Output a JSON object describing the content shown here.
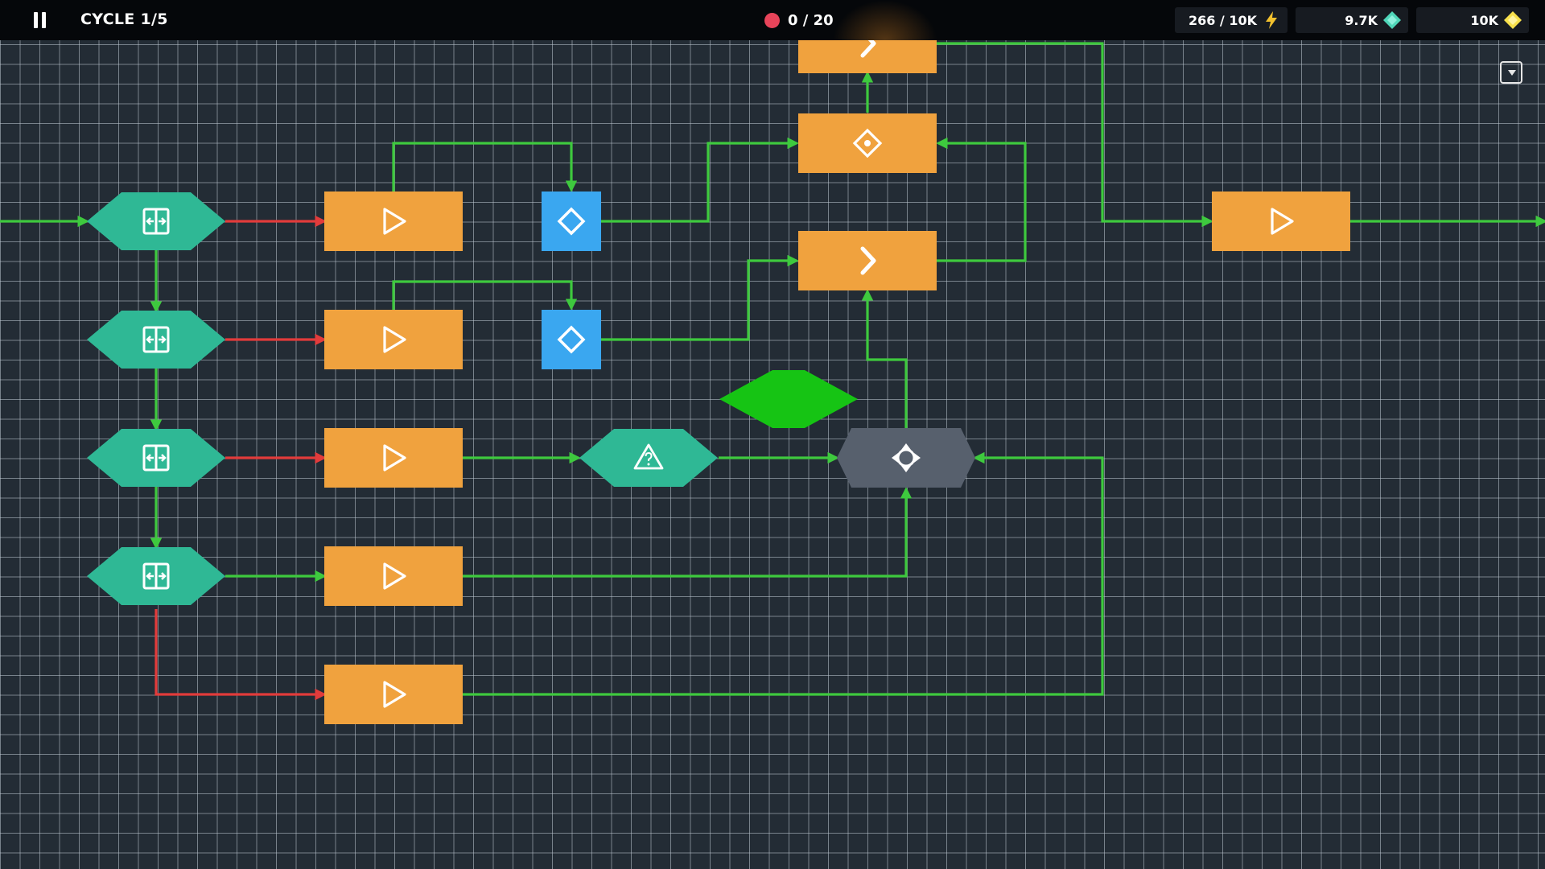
{
  "hud": {
    "cycle_label": "CYCLE 1/5",
    "counter": "0 / 20",
    "resources": [
      {
        "value": "266 / 10K",
        "icon": "lightning-icon",
        "color": "#f2c12e"
      },
      {
        "value": "9.7K",
        "icon": "teal-gem-icon",
        "color": "#4fd6b8"
      },
      {
        "value": "10K",
        "icon": "yellow-gem-icon",
        "color": "#f7e04b"
      }
    ]
  },
  "colors": {
    "orange_node": "#f0a23e",
    "teal_node": "#2fb895",
    "blue_node": "#3aa7f0",
    "gray_node": "#57606d",
    "bright_green_node": "#16c414",
    "green_link": "#3ec93e",
    "red_link": "#e23b3b"
  },
  "nodes": [
    {
      "kind": "teal",
      "icon": "split-icon"
    },
    {
      "kind": "teal",
      "icon": "split-icon"
    },
    {
      "kind": "teal",
      "icon": "split-icon"
    },
    {
      "kind": "teal",
      "icon": "split-icon"
    },
    {
      "kind": "orange",
      "icon": "play-outline-icon"
    },
    {
      "kind": "orange",
      "icon": "play-outline-icon"
    },
    {
      "kind": "orange",
      "icon": "play-outline-icon"
    },
    {
      "kind": "orange",
      "icon": "play-outline-icon"
    },
    {
      "kind": "orange",
      "icon": "play-outline-icon"
    },
    {
      "kind": "blue",
      "icon": "diamond-outline-icon"
    },
    {
      "kind": "blue",
      "icon": "diamond-outline-icon"
    },
    {
      "kind": "teal",
      "icon": "warning-icon"
    },
    {
      "kind": "bright_green",
      "icon": ""
    },
    {
      "kind": "gray",
      "icon": "move-icon"
    },
    {
      "kind": "orange",
      "icon": "chevron-right-icon"
    },
    {
      "kind": "orange",
      "icon": "diamond-dot-icon"
    },
    {
      "kind": "orange",
      "icon": "chevron-right-icon"
    },
    {
      "kind": "orange",
      "icon": "play-outline-icon"
    }
  ],
  "links": [
    {
      "color": "green"
    },
    {
      "color": "red"
    },
    {
      "color": "red"
    },
    {
      "color": "red"
    },
    {
      "color": "green"
    },
    {
      "color": "red"
    },
    {
      "color": "green"
    },
    {
      "color": "green"
    },
    {
      "color": "green"
    },
    {
      "color": "green"
    },
    {
      "color": "green"
    },
    {
      "color": "green"
    },
    {
      "color": "green"
    },
    {
      "color": "green"
    },
    {
      "color": "green"
    },
    {
      "color": "green"
    },
    {
      "color": "green"
    },
    {
      "color": "green"
    },
    {
      "color": "green"
    },
    {
      "color": "green"
    },
    {
      "color": "green"
    },
    {
      "color": "green"
    },
    {
      "color": "green"
    }
  ]
}
